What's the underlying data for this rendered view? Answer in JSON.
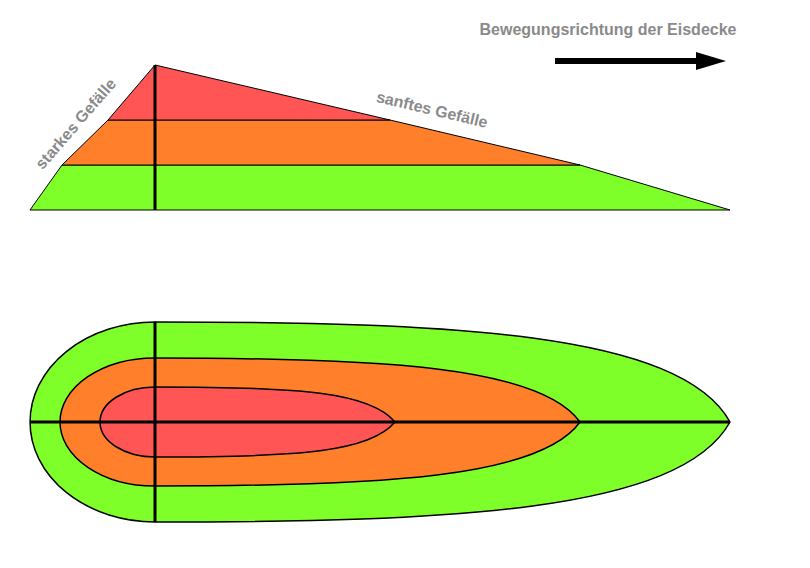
{
  "diagram": {
    "labels": [
      "Bewegungsrichtung der Eisdecke",
      "starkes Gefälle",
      "sanftes Gefälle"
    ]
  }
}
